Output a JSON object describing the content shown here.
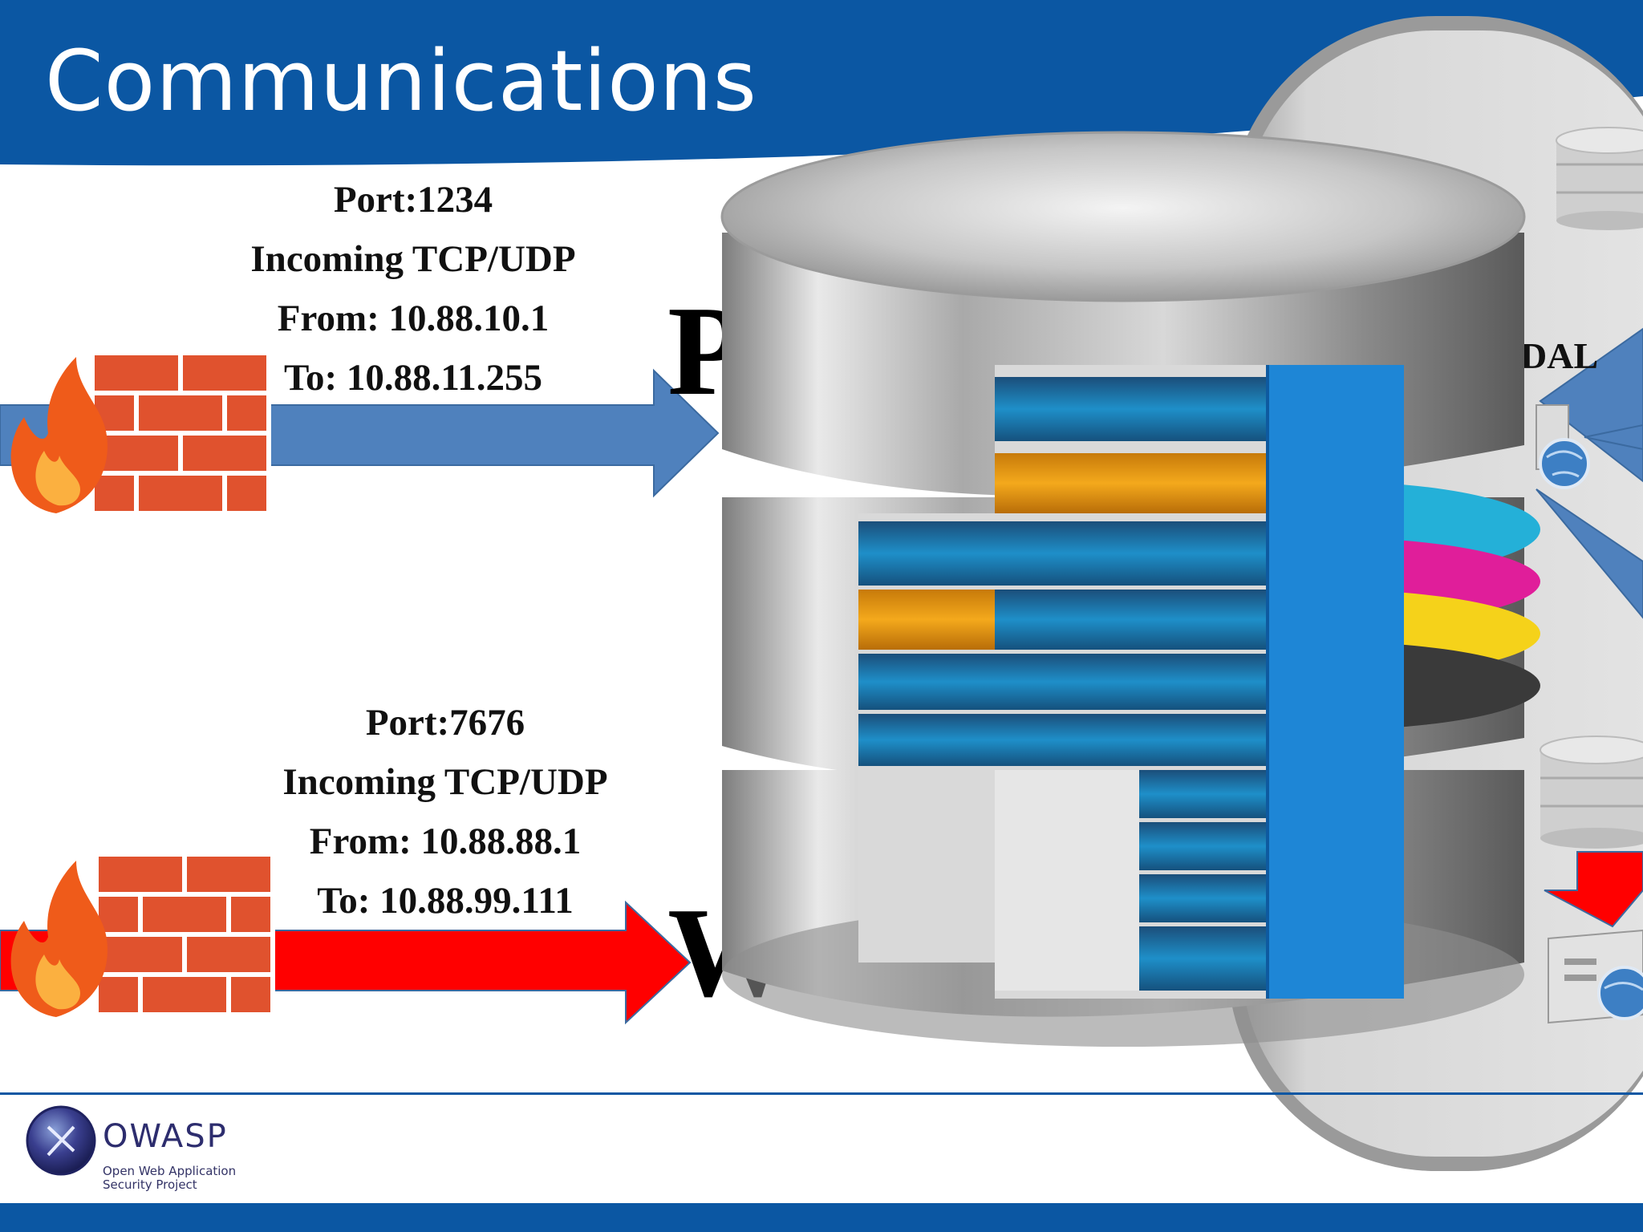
{
  "slide": {
    "title": "Communications",
    "colors": {
      "header": "#0b57a3",
      "footer": "#0b57a3",
      "upper_arrow": "#4f81bd",
      "lower_arrow": "#ff0000",
      "brick": "#e0522e"
    }
  },
  "upper_flow": {
    "port": "Port:1234",
    "protocol": "Incoming TCP/UDP",
    "from": "From: 10.88.10.1",
    "to": "To: 10.88.11.255",
    "partial_letter": "P"
  },
  "lower_flow": {
    "port": "Port:7676",
    "protocol": "Incoming TCP/UDP",
    "from": "From: 10.88.88.1",
    "to": "To: 10.88.99.111",
    "partial_letter": "W"
  },
  "right_panel": {
    "partial_label": "DAL"
  },
  "logo": {
    "name": "OWASP",
    "tagline_line1": "Open Web Application",
    "tagline_line2": "Security Project"
  },
  "icons": [
    "firewall-icon",
    "database-icon",
    "server-icon",
    "globe-icon",
    "owasp-logo-icon"
  ]
}
